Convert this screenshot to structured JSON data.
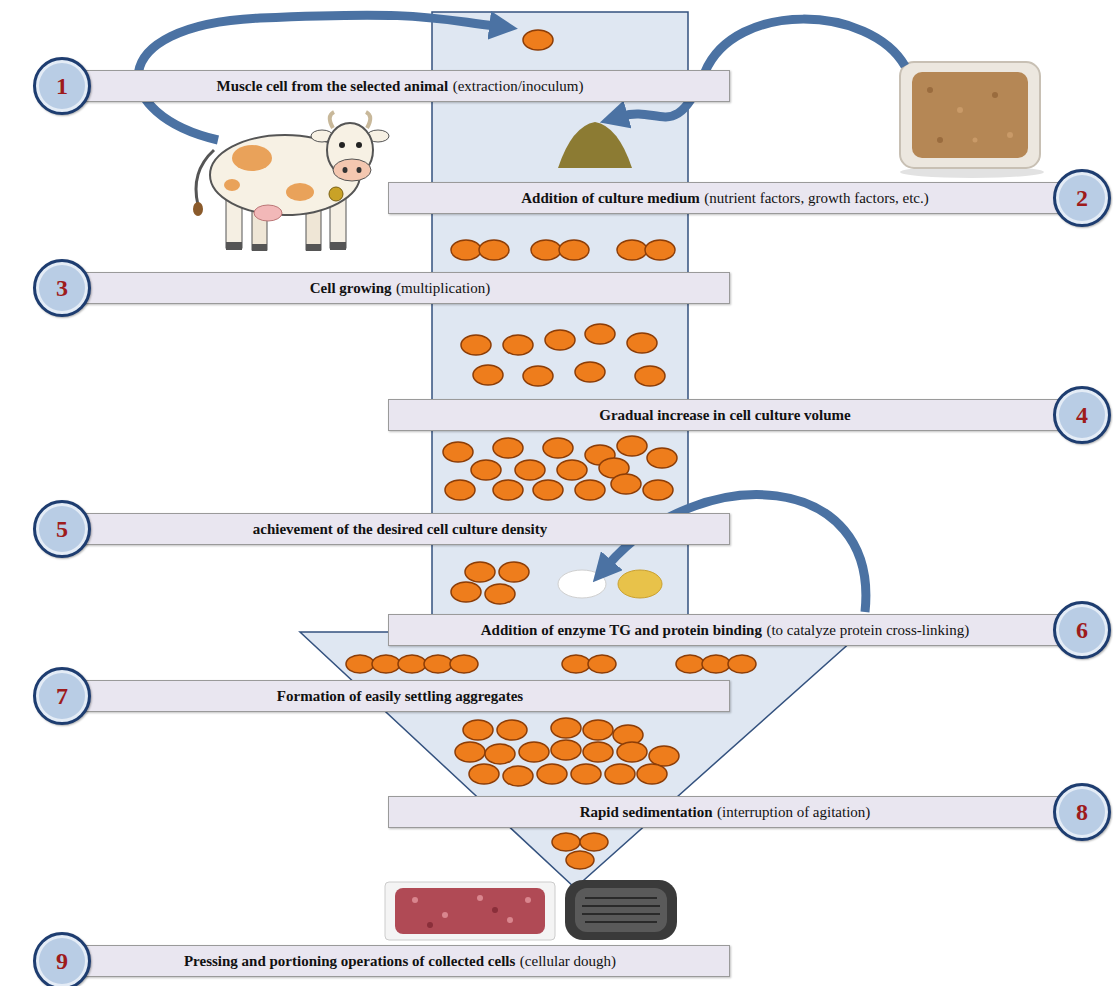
{
  "diagram": {
    "nodes": [
      {
        "text": [
          "1"
        ]
      },
      {
        "text": [
          "Muscle cell from the selected animal",
          "(extraction/inoculum)"
        ]
      },
      {
        "text": [
          "Addition of culture medium",
          "(nutrient factors, growth factors, etc.)"
        ]
      },
      {
        "text": [
          "2"
        ]
      },
      {
        "text": [
          "3"
        ]
      },
      {
        "text": [
          "Cell growing",
          "(multiplication)"
        ]
      },
      {
        "text": [
          "Gradual increase in cell culture volume"
        ]
      },
      {
        "text": [
          "4"
        ]
      },
      {
        "text": [
          "5"
        ]
      },
      {
        "text": [
          "achievement of the desired cell culture density"
        ]
      },
      {
        "text": [
          "Addition of enzyme TG and protein binding",
          "(to catalyze protein cross-linking)"
        ]
      },
      {
        "text": [
          "6"
        ]
      },
      {
        "text": [
          "7"
        ]
      },
      {
        "text": [
          "Formation of easily settling aggregates"
        ]
      },
      {
        "text": [
          "Rapid sedimentation",
          "(interruption of agitation)"
        ]
      },
      {
        "text": [
          "8"
        ]
      },
      {
        "text": [
          "9"
        ]
      },
      {
        "text": [
          "Pressing and portioning operations of collected cells",
          "(cellular dough)"
        ]
      }
    ]
  }
}
